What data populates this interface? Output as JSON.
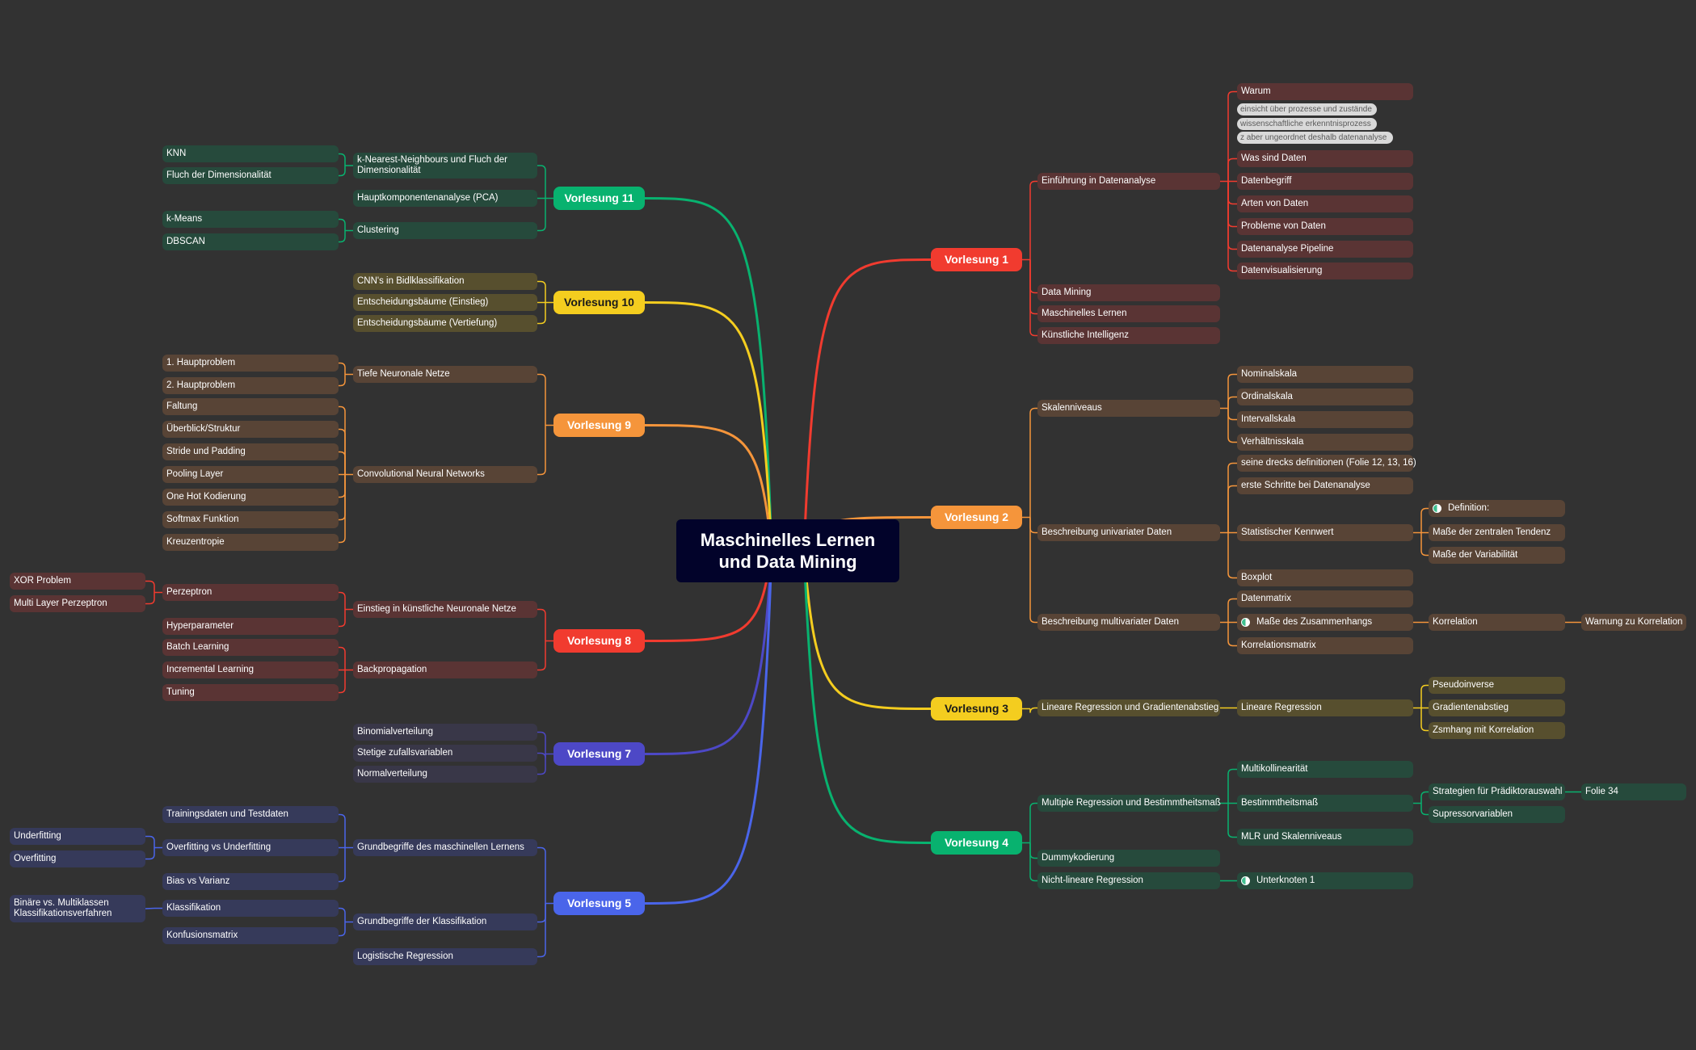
{
  "title": "Maschinelles Lernen und Data Mining",
  "colors": {
    "background": "#323232",
    "center": "#02032a",
    "red": "#f13b2f",
    "orange": "#f5953b",
    "yellow": "#f4cd1f",
    "green": "#08b26f",
    "blue": "#4a65ea",
    "purple": "#4d48c6",
    "red_sub": "#5a3434",
    "brown_sub": "#584436",
    "olive_sub": "#574f2e",
    "green_sub": "#264a3c",
    "blue_sub": "#363a5a",
    "purple_sub": "#393748"
  },
  "branches": [
    {
      "id": "v1",
      "label": "Vorlesung 1",
      "color": "#f13b2f",
      "sub": "#5a3434",
      "children": [
        {
          "label": "Einführung in Datenanalyse",
          "children": [
            {
              "label": "Warum",
              "tags": [
                "einsicht über prozesse und zustände",
                "wissenschaftliche erkenntnisprozess",
                "z aber ungeordnet deshalb datenanalyse"
              ]
            },
            {
              "label": "Was sind Daten"
            },
            {
              "label": "Datenbegriff"
            },
            {
              "label": "Arten von Daten"
            },
            {
              "label": "Probleme von Daten"
            },
            {
              "label": "Datenanalyse Pipeline"
            },
            {
              "label": "Datenvisualisierung"
            }
          ]
        },
        {
          "label": "Data Mining"
        },
        {
          "label": "Maschinelles Lernen"
        },
        {
          "label": "Künstliche Intelligenz"
        }
      ]
    },
    {
      "id": "v2",
      "label": "Vorlesung 2",
      "color": "#f5953b",
      "sub": "#584436",
      "children": [
        {
          "label": "Skalenniveaus",
          "children": [
            {
              "label": "Nominalskala"
            },
            {
              "label": "Ordinalskala"
            },
            {
              "label": "Intervallskala"
            },
            {
              "label": "Verhältnisskala"
            }
          ]
        },
        {
          "label": "Beschreibung univariater Daten",
          "children": [
            {
              "label": "seine drecks definitionen (Folie 12, 13, 16)"
            },
            {
              "label": "erste Schritte bei Datenanalyse"
            },
            {
              "label": "Statistischer Kennwert",
              "children": [
                {
                  "label": "Definition:",
                  "icon": "half-circle-icon"
                },
                {
                  "label": "Maße der zentralen Tendenz"
                },
                {
                  "label": "Maße der Variabilität"
                }
              ]
            },
            {
              "label": "Boxplot"
            }
          ]
        },
        {
          "label": "Beschreibung multivariater Daten",
          "children": [
            {
              "label": "Datenmatrix"
            },
            {
              "label": "Maße des Zusammenhangs",
              "icon": "half-circle-icon",
              "children": [
                {
                  "label": "Korrelation",
                  "children": [
                    {
                      "label": "Warnung zu Korrelation"
                    }
                  ]
                }
              ]
            },
            {
              "label": "Korrelationsmatrix"
            }
          ]
        }
      ]
    },
    {
      "id": "v3",
      "label": "Vorlesung 3",
      "color": "#f4cd1f",
      "sub": "#574f2e",
      "children": [
        {
          "label": "Lineare Regression und Gradientenabstieg",
          "children": [
            {
              "label": "Lineare Regression",
              "children": [
                {
                  "label": "Pseudoinverse"
                },
                {
                  "label": "Gradientenabstieg"
                },
                {
                  "label": "Zsmhang mit Korrelation"
                }
              ]
            }
          ]
        }
      ]
    },
    {
      "id": "v4",
      "label": "Vorlesung 4",
      "color": "#08b26f",
      "sub": "#264a3c",
      "children": [
        {
          "label": "Multiple Regression und Bestimmtheitsmaß",
          "children": [
            {
              "label": "Multikollinearität"
            },
            {
              "label": "Bestimmtheitsmaß",
              "children": [
                {
                  "label": "Strategien für Prädiktorauswahl",
                  "children": [
                    {
                      "label": "Folie 34"
                    }
                  ]
                },
                {
                  "label": "Supressorvariablen"
                }
              ]
            },
            {
              "label": "MLR und Skalenniveaus"
            }
          ]
        },
        {
          "label": "Dummykodierung"
        },
        {
          "label": "Nicht-lineare Regression",
          "children": [
            {
              "label": "Unterknoten 1",
              "icon": "half-circle-icon"
            }
          ]
        }
      ]
    },
    {
      "id": "v11",
      "label": "Vorlesung 11",
      "color": "#08b26f",
      "sub": "#264a3c",
      "children": [
        {
          "label": "k-Nearest-Neighbours und Fluch der Dimensionalität",
          "children": [
            {
              "label": "KNN"
            },
            {
              "label": "Fluch der Dimensionalität"
            }
          ]
        },
        {
          "label": "Hauptkomponentenanalyse (PCA)"
        },
        {
          "label": "Clustering",
          "children": [
            {
              "label": "k-Means"
            },
            {
              "label": "DBSCAN"
            }
          ]
        }
      ]
    },
    {
      "id": "v10",
      "label": "Vorlesung 10",
      "color": "#f4cd1f",
      "sub": "#574f2e",
      "children": [
        {
          "label": "CNN's in Bidlklassifikation"
        },
        {
          "label": "Entscheidungsbäume (Einstieg)"
        },
        {
          "label": "Entscheidungsbäume (Vertiefung)"
        }
      ]
    },
    {
      "id": "v9",
      "label": "Vorlesung 9",
      "color": "#f5953b",
      "sub": "#584436",
      "children": [
        {
          "label": "Tiefe Neuronale Netze",
          "children": [
            {
              "label": "1. Hauptproblem"
            },
            {
              "label": "2. Hauptproblem"
            }
          ]
        },
        {
          "label": "Convolutional Neural Networks",
          "children": [
            {
              "label": "Faltung"
            },
            {
              "label": "Überblick/Struktur"
            },
            {
              "label": "Stride und Padding"
            },
            {
              "label": "Pooling Layer"
            },
            {
              "label": "One Hot Kodierung"
            },
            {
              "label": "Softmax Funktion"
            },
            {
              "label": "Kreuzentropie"
            }
          ]
        }
      ]
    },
    {
      "id": "v8",
      "label": "Vorlesung 8",
      "color": "#f13b2f",
      "sub": "#5a3434",
      "children": [
        {
          "label": "Einstieg in künstliche Neuronale Netze",
          "children": [
            {
              "label": "Perzeptron",
              "children": [
                {
                  "label": "XOR Problem"
                },
                {
                  "label": "Multi Layer Perzeptron"
                }
              ]
            },
            {
              "label": "Hyperparameter"
            }
          ]
        },
        {
          "label": "Backpropagation",
          "children": [
            {
              "label": "Batch Learning"
            },
            {
              "label": "Incremental Learning"
            },
            {
              "label": "Tuning"
            }
          ]
        }
      ]
    },
    {
      "id": "v7",
      "label": "Vorlesung 7",
      "color": "#4d48c6",
      "sub": "#393748",
      "children": [
        {
          "label": "Binomialverteilung"
        },
        {
          "label": "Stetige zufallsvariablen"
        },
        {
          "label": "Normalverteilung"
        }
      ]
    },
    {
      "id": "v5",
      "label": "Vorlesung 5",
      "color": "#4a65ea",
      "sub": "#363a5a",
      "children": [
        {
          "label": "Grundbegriffe des maschinellen Lernens",
          "children": [
            {
              "label": "Trainingsdaten und Testdaten"
            },
            {
              "label": "Overfitting vs Underfitting",
              "children": [
                {
                  "label": "Underfitting"
                },
                {
                  "label": "Overfitting"
                }
              ]
            },
            {
              "label": "Bias vs Varianz"
            }
          ]
        },
        {
          "label": "Grundbegriffe der Klassifikation",
          "children": [
            {
              "label": "Klassifikation",
              "children": [
                {
                  "label": "Binäre vs. Multiklassen Klassifikationsverfahren"
                }
              ]
            },
            {
              "label": "Konfusionsmatrix"
            }
          ]
        },
        {
          "label": "Logistische Regression"
        }
      ]
    }
  ]
}
